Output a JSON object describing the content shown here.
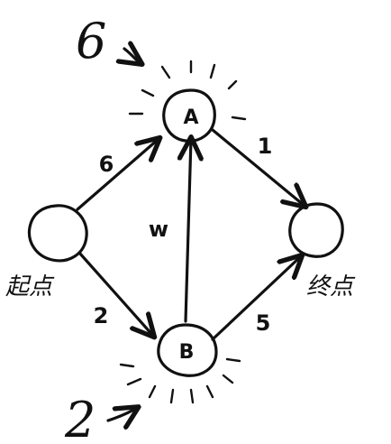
{
  "nodes": {
    "start": {
      "label": "起点"
    },
    "a": {
      "label": "A"
    },
    "b": {
      "label": "B"
    },
    "end": {
      "label": "终点"
    }
  },
  "edges": {
    "start_a": {
      "weight": "6"
    },
    "start_b": {
      "weight": "2"
    },
    "b_a": {
      "weight": "w"
    },
    "a_end": {
      "weight": "1"
    },
    "b_end": {
      "weight": "5"
    }
  },
  "costs": {
    "a": "6",
    "b": "2"
  }
}
